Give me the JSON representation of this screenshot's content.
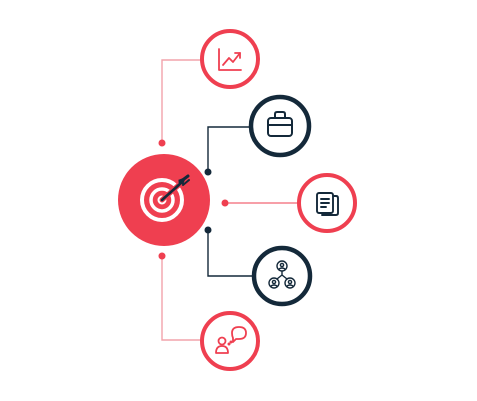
{
  "colors": {
    "accent": "#ef3f50",
    "dark": "#14293a",
    "light_line": "#f2a3ab",
    "background": "#ffffff"
  },
  "center": {
    "icon": "target-arrow-icon"
  },
  "nodes": [
    {
      "id": "growth",
      "icon": "trend-chart-icon",
      "style": "accent"
    },
    {
      "id": "business",
      "icon": "briefcase-icon",
      "style": "dark"
    },
    {
      "id": "documents",
      "icon": "document-stack-icon",
      "style": "accent"
    },
    {
      "id": "team",
      "icon": "people-network-icon",
      "style": "dark"
    },
    {
      "id": "communication",
      "icon": "person-speech-icon",
      "style": "accent"
    }
  ]
}
